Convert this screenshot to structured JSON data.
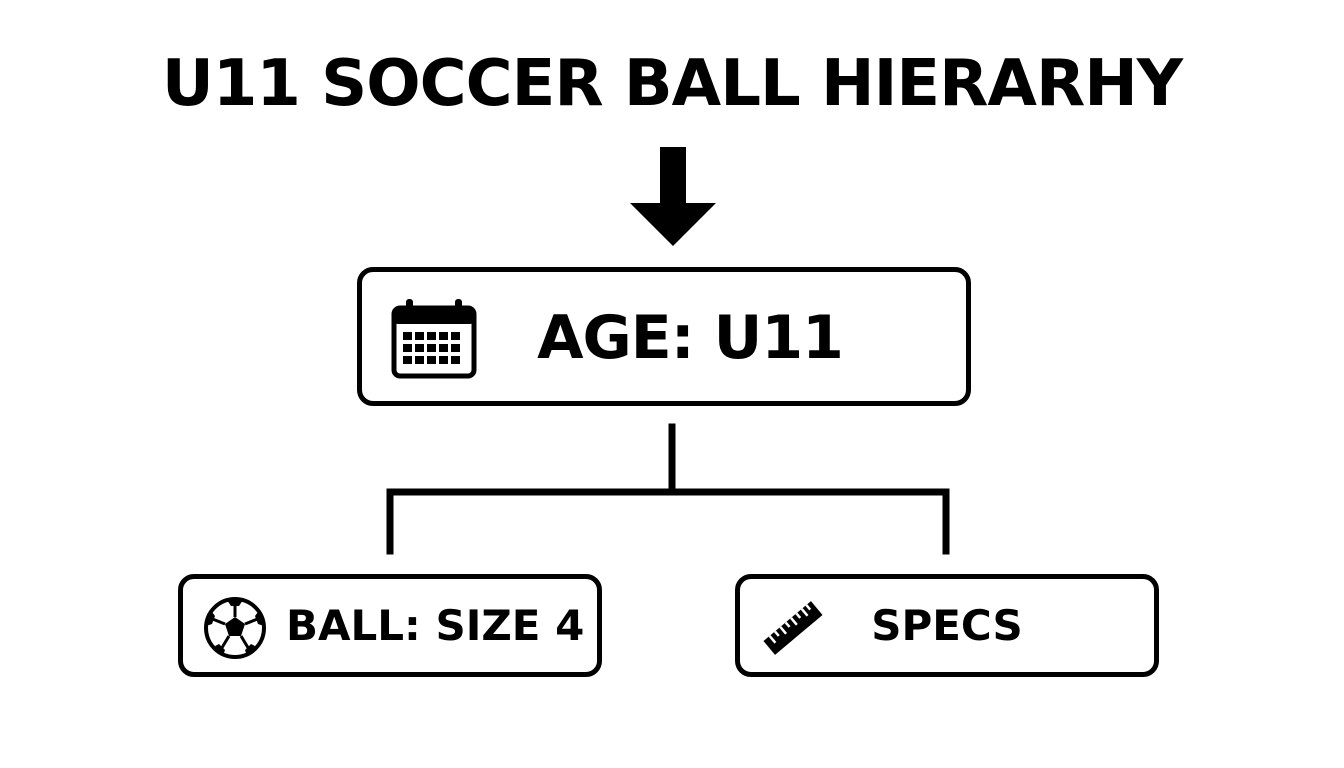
{
  "diagram": {
    "title": "U11 SOCCER BALL HIERARHY",
    "root": {
      "label": "AGE: U11",
      "icon": "calendar-icon"
    },
    "children": [
      {
        "label": "BALL: SIZE 4",
        "icon": "soccer-ball-icon"
      },
      {
        "label": "SPECS",
        "icon": "ruler-icon"
      }
    ],
    "colors": {
      "stroke": "#000000",
      "background": "#ffffff"
    }
  }
}
